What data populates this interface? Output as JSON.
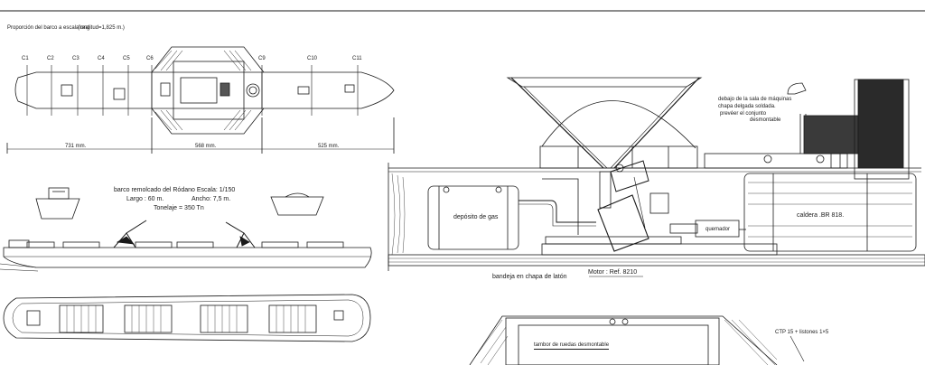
{
  "header": {
    "proportion_note": "Proporción del barco a escala real",
    "length_note": "(longitud=1,825 m.)"
  },
  "top_plan": {
    "frames": [
      "C1",
      "C2",
      "C3",
      "C4",
      "C5",
      "C6",
      "C9",
      "C10",
      "C11"
    ],
    "dimensions": [
      "731 mm.",
      "568 mm.",
      "525 mm."
    ]
  },
  "barge_info": {
    "title": "barco remolcado del Ródano Escala: 1/150",
    "length": "Largo : 60 m.",
    "beam": "Ancho: 7,5 m.",
    "tonnage": "Tonelaje = 350 Tn"
  },
  "engine_room": {
    "gas_tank": "depósito de gas",
    "burner": "quemador",
    "boiler": "caldera .BR 818.",
    "tray": "bandeja en chapa de latón",
    "motor": "Motor : Ref. 8210",
    "note_line1": "debajo de la sala de máquinas",
    "note_line2": "chapa delgada soldada.",
    "note_line3": "prevéer el conjunto",
    "note_line4": "desmontable"
  },
  "paddle": {
    "drum_label": "tambor de ruedas desmontable",
    "slats_label": "CTP 15 + listones 1×5"
  },
  "colors": {
    "ink": "#1a1a1a",
    "paper": "#ffffff",
    "shade": "#3a3a3a"
  }
}
